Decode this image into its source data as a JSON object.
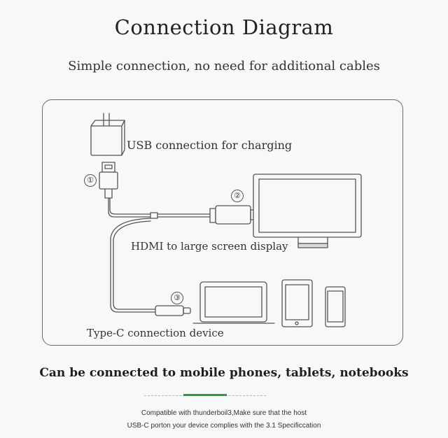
{
  "title": "Connection Diagram",
  "subtitle": "Simple connection, no need for additional cables",
  "diagram": {
    "usb_label": "USB connection for charging",
    "hdmi_label": "HDMI to large screen display",
    "typec_label": "Type-C connection device",
    "markers": [
      "①",
      "②",
      "③"
    ],
    "icons": [
      "power-adapter-icon",
      "usb-plug-icon",
      "hdmi-plug-icon",
      "monitor-icon",
      "usb-c-plug-icon",
      "laptop-icon",
      "tablet-icon",
      "phone-icon"
    ]
  },
  "support_text": "Can be connected to mobile phones, tablets, notebooks",
  "notes": [
    "Compatible with thunderboil3,Make sure that the host",
    "USB-C porton your device complies with the 3.1 Specificcation"
  ],
  "colors": {
    "accent": "#2e9a3e",
    "line": "#555555"
  }
}
